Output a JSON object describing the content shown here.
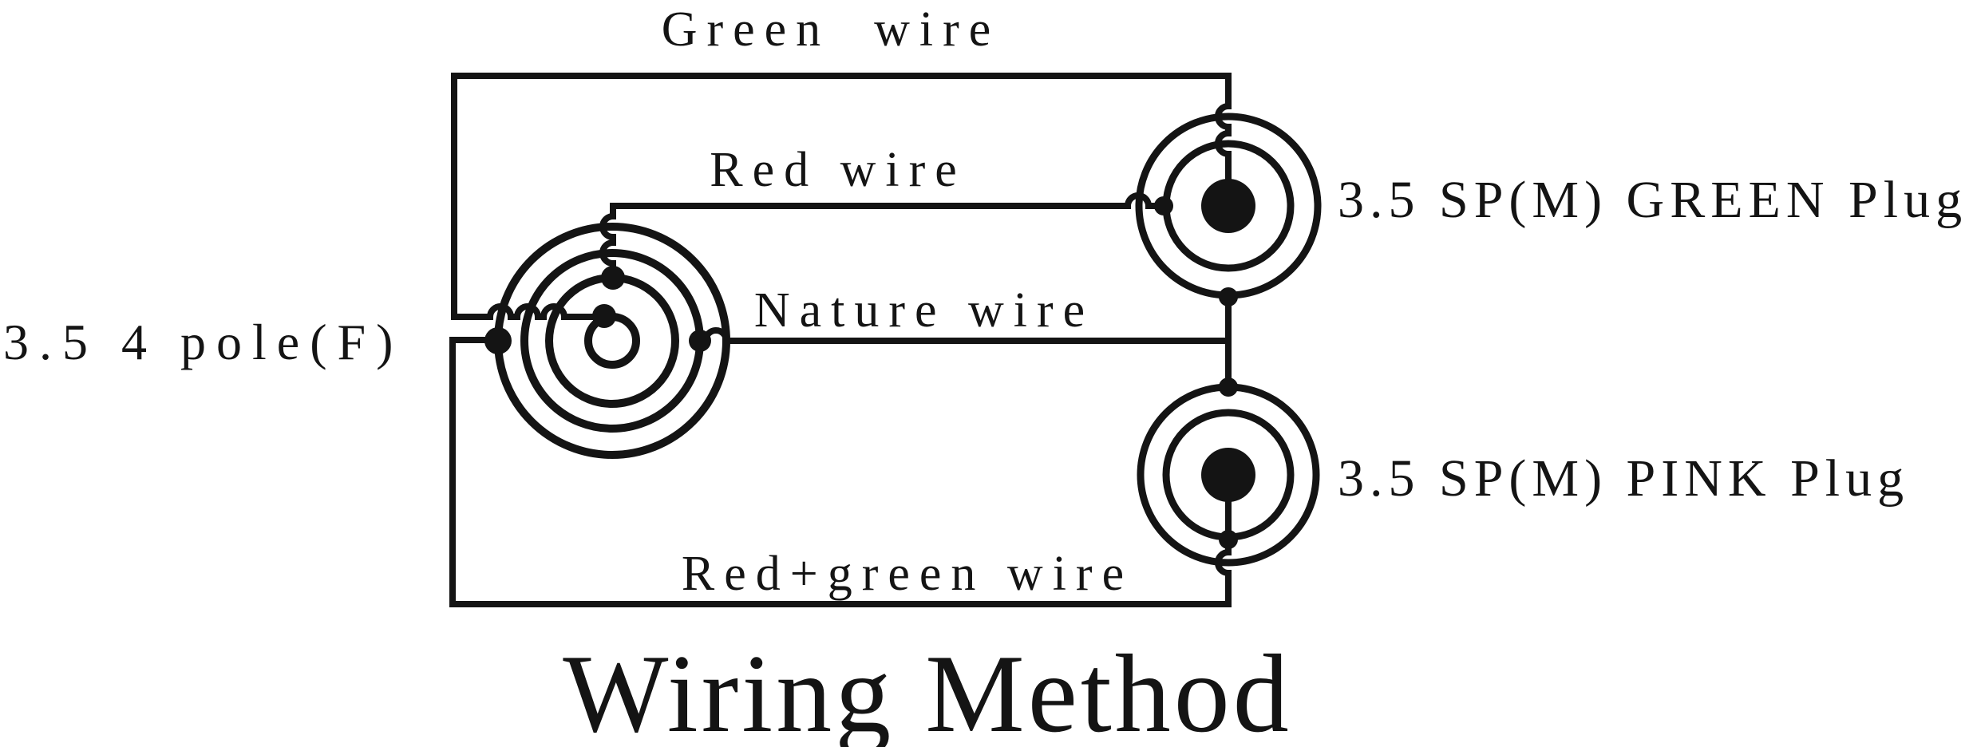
{
  "page": {
    "background": "#ffffff",
    "ink": "#141414"
  },
  "diagram": {
    "title": "Wiring Method",
    "source_connector": {
      "label": "3.5 4 pole(F)"
    },
    "plugs": {
      "green": {
        "label": "3.5 SP(M) GREEN Plug"
      },
      "pink": {
        "label": "3.5 SP(M) PINK Plug"
      }
    },
    "wires": {
      "green": "Green  wire",
      "red": "Red wire",
      "nature": "Nature wire",
      "red_green": "Red+green wire"
    },
    "connections": [
      {
        "wire": "Green wire",
        "from": "4 pole(F) center tip",
        "to": "GREEN plug center tip"
      },
      {
        "wire": "Red wire",
        "from": "4 pole(F) inner ring",
        "to": "GREEN plug inner ring"
      },
      {
        "wire": "Nature wire",
        "from": "4 pole(F) middle ring",
        "to": "GREEN plug and PINK plug outer rings"
      },
      {
        "wire": "Red+green wire",
        "from": "4 pole(F) outer sleeve",
        "to": "PINK plug center tip"
      }
    ]
  }
}
